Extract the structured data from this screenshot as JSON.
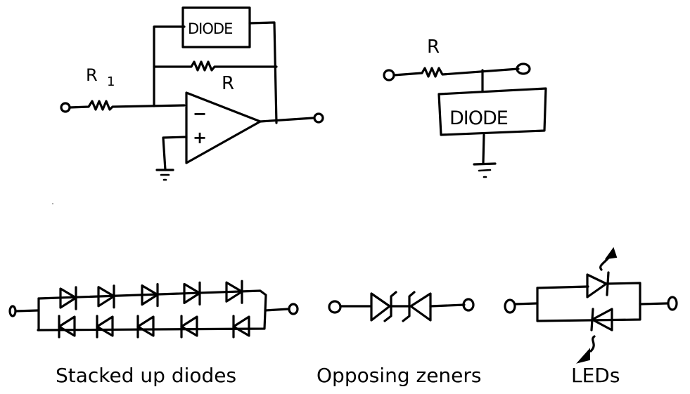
{
  "colors": {
    "ink": "#000000",
    "background": "#ffffff"
  },
  "circuits": {
    "opamp_circuit": {
      "input_resistor_label": "R1",
      "input_resistor_label_main": "R",
      "input_resistor_label_sub": "1",
      "feedback_resistor_label": "R",
      "feedback_box_label": "DIODE",
      "inverting_input_sign": "−",
      "noninverting_input_sign": "+"
    },
    "shunt_circuit": {
      "resistor_label": "R",
      "box_label": "DIODE"
    }
  },
  "captions": {
    "stacked": "Stacked up diodes",
    "zeners": "Opposing zeners",
    "leds": "LEDs"
  },
  "stacked_diodes": {
    "forward_count": 5,
    "reverse_count": 5
  }
}
